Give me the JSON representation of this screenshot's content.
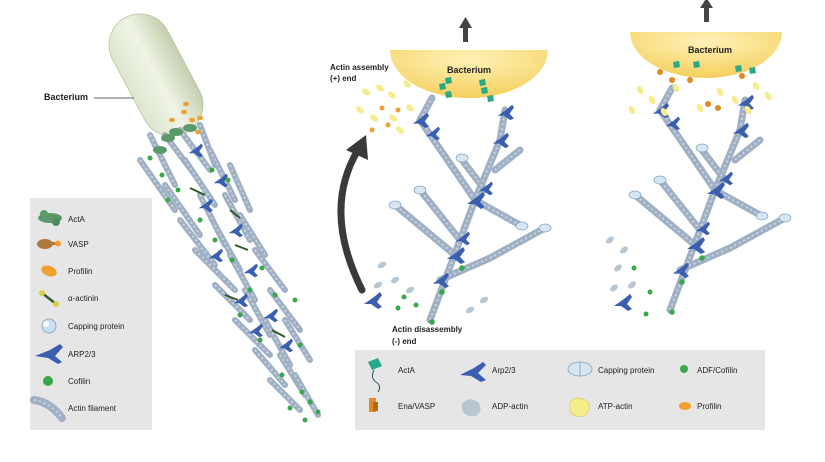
{
  "left_panel": {
    "bacterium_label": "Bacterium",
    "legend": [
      {
        "icon": "acta-icon",
        "label": "ActA",
        "color": "#5a9a6a"
      },
      {
        "icon": "vasp-icon",
        "label": "VASP",
        "color": "#b07a3e"
      },
      {
        "icon": "profilin-icon",
        "label": "Profilin",
        "color": "#f0a030"
      },
      {
        "icon": "alpha-actinin-icon",
        "label": "α-actinin",
        "color": "#d8d04a"
      },
      {
        "icon": "capping-protein-icon",
        "label": "Capping protein",
        "color": "#c8dff0"
      },
      {
        "icon": "arp23-icon",
        "label": "ARP2/3",
        "color": "#3b5fb0"
      },
      {
        "icon": "cofilin-icon",
        "label": "Cofilin",
        "color": "#3aa84a"
      },
      {
        "icon": "actin-filament-icon",
        "label": "Actin filament",
        "color": "#9fb0c4"
      }
    ]
  },
  "right_panel": {
    "bacterium_label_middle": "Bacterium",
    "bacterium_label_right": "Bacterium",
    "assembly_label_line1": "Actin assembly",
    "assembly_label_line2": "(+) end",
    "disassembly_label_line1": "Actin disassembly",
    "disassembly_label_line2": "(-) end",
    "legend": [
      {
        "icon": "acta-icon",
        "label": "ActA",
        "color": "#2aa88a"
      },
      {
        "icon": "arp23-icon",
        "label": "Arp2/3",
        "color": "#3b5fb0"
      },
      {
        "icon": "capping-protein-icon",
        "label": "Capping protein",
        "color": "#d8e6f2"
      },
      {
        "icon": "adf-cofilin-icon",
        "label": "ADF/Cofilin",
        "color": "#3aa84a"
      },
      {
        "icon": "ena-vasp-icon",
        "label": "Ena/VASP",
        "color": "#e08a20"
      },
      {
        "icon": "adp-actin-icon",
        "label": "ADP-actin",
        "color": "#b8c6d2"
      },
      {
        "icon": "atp-actin-icon",
        "label": "ATP-actin",
        "color": "#f5ec8c"
      },
      {
        "icon": "profilin-icon",
        "label": "Profilin",
        "color": "#f0a030"
      }
    ]
  }
}
